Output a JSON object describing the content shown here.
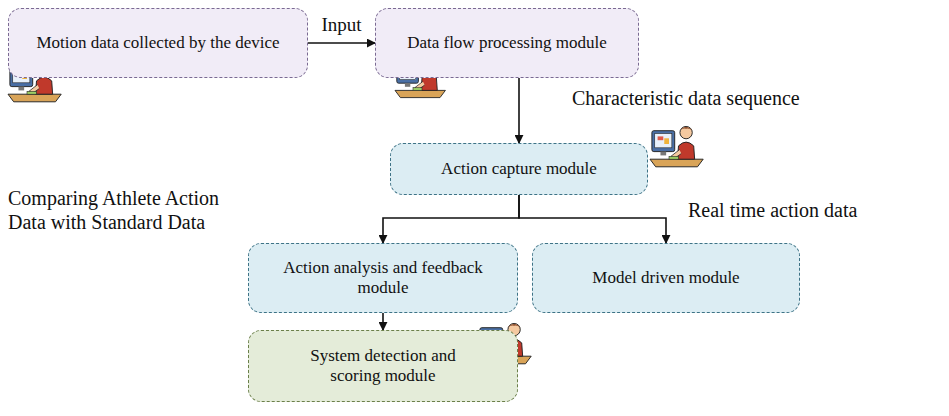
{
  "diagram": {
    "nodes": [
      {
        "text": [
          "Motion data collected by the device"
        ]
      },
      {
        "text": [
          "Data flow processing module"
        ]
      },
      {
        "text": [
          "Action capture module"
        ]
      },
      {
        "text": [
          "Action analysis and feedback module"
        ]
      },
      {
        "text": [
          "Model driven module"
        ]
      },
      {
        "text": [
          "System detection and scoring module"
        ]
      }
    ],
    "edges": [
      {
        "from": 0,
        "to": 1,
        "arrow": "to",
        "label": "Input"
      },
      {
        "from": 1,
        "to": 2,
        "arrow": "to"
      },
      {
        "from": 2,
        "to": 3,
        "arrow": "to"
      },
      {
        "from": 2,
        "to": 4,
        "arrow": "to"
      },
      {
        "from": 3,
        "to": 5,
        "arrow": "to"
      }
    ],
    "labels": [
      "Characteristic data sequence",
      "Comparing Athlete Action Data with Standard Data",
      "Real time action data"
    ]
  }
}
